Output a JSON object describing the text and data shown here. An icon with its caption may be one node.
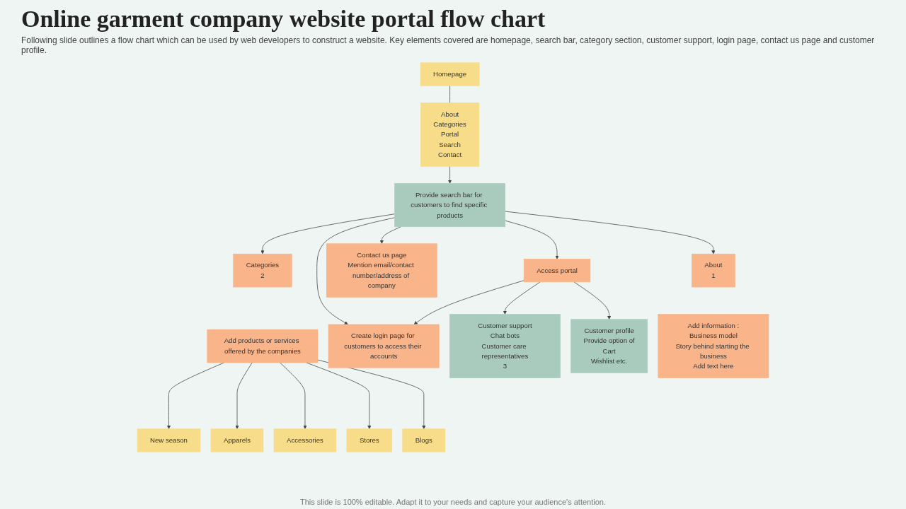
{
  "diagram": {
    "title": "Online garment company website portal flow chart",
    "caption": "Following slide outlines a flow chart which can be used by web developers to construct a website. Key elements covered are homepage, search bar, category section, customer support, login page, contact us page and customer profile.",
    "nodes": [
      {
        "text": [
          "Homepage"
        ]
      },
      {
        "text": [
          "About",
          "Categories",
          "Portal",
          "Search",
          "Contact"
        ]
      },
      {
        "text": [
          "Provide search bar for customers to find specific products"
        ]
      },
      {
        "text": [
          "About",
          "1"
        ]
      },
      {
        "text": [
          "Add information :",
          "Business model",
          "Story behind starting the business",
          "Add text here"
        ]
      },
      {
        "text": [
          "Categories",
          "2"
        ]
      },
      {
        "text": [
          "Add products or services offered by the companies"
        ]
      },
      {
        "text": [
          "Access portal"
        ]
      },
      {
        "text": [
          "Create login page for customers to access their accounts"
        ]
      },
      {
        "text": [
          "Contact us page",
          "Mention email/contact number/address of company"
        ]
      },
      {
        "text": [
          "New season"
        ]
      },
      {
        "text": [
          "Apparels"
        ]
      },
      {
        "text": [
          "Accessories"
        ]
      },
      {
        "text": [
          "Stores"
        ]
      },
      {
        "text": [
          "Blogs"
        ]
      },
      {
        "text": [
          "Customer support",
          "Chat bots",
          "Customer care representatives",
          "3"
        ]
      },
      {
        "text": [
          "Customer profile",
          "Provide  option of",
          "Cart",
          "Wishlist etc."
        ]
      }
    ],
    "edges": [
      {
        "from": 0,
        "to": 1,
        "arrow": "none"
      },
      {
        "from": 1,
        "to": 2,
        "arrow": "to"
      },
      {
        "from": 2,
        "to": 3,
        "arrow": "to"
      },
      {
        "from": 2,
        "to": 5,
        "arrow": "to"
      },
      {
        "from": 2,
        "to": 7,
        "arrow": "to"
      },
      {
        "from": 2,
        "to": 8,
        "arrow": "to"
      },
      {
        "from": 2,
        "to": 9,
        "arrow": "to"
      },
      {
        "from": 7,
        "to": 8,
        "arrow": "to"
      },
      {
        "from": 6,
        "to": 10,
        "arrow": "to"
      },
      {
        "from": 6,
        "to": 11,
        "arrow": "to"
      },
      {
        "from": 6,
        "to": 12,
        "arrow": "to"
      },
      {
        "from": 6,
        "to": 13,
        "arrow": "to"
      },
      {
        "from": 6,
        "to": 14,
        "arrow": "to"
      },
      {
        "from": 7,
        "to": 15,
        "arrow": "to"
      },
      {
        "from": 7,
        "to": 16,
        "arrow": "to"
      }
    ],
    "labels": [
      "This slide is 100% editable.  Adapt it to your needs and capture your audience's attention."
    ]
  }
}
